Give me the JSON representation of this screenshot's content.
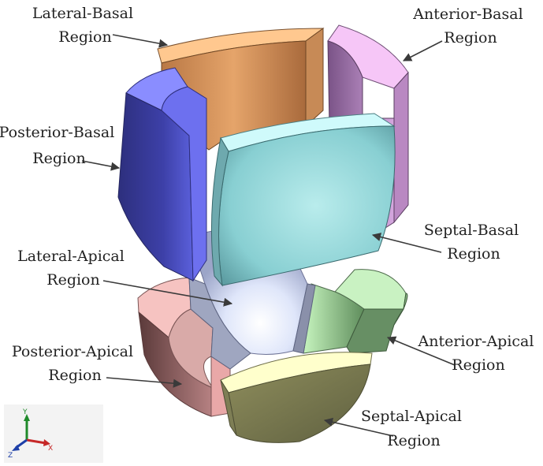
{
  "labels": {
    "lateral_basal": [
      "Lateral-Basal",
      "Region"
    ],
    "anterior_basal": [
      "Anterior-Basal",
      "Region"
    ],
    "posterior_basal": [
      "Posterior-Basal",
      "Region"
    ],
    "septal_basal": [
      "Septal-Basal",
      "Region"
    ],
    "lateral_apical": [
      "Lateral-Apical",
      "Region"
    ],
    "anterior_apical": [
      "Anterior-Apical",
      "Region"
    ],
    "posterior_apical": [
      "Posterior-Apical",
      "Region"
    ],
    "septal_apical": [
      "Septal-Apical",
      "Region"
    ]
  },
  "axis_triad": {
    "y": "Y",
    "x": "X",
    "z": "Z"
  },
  "region_colors": {
    "lateral_basal": "#e9a46c",
    "anterior_basal": "#d9a8e3",
    "posterior_basal": "#5a5fd6",
    "septal_basal": "#9edfe0",
    "lateral_apical": "#dde4f7",
    "anterior_apical": "#a9e6a2",
    "posterior_apical": "#e8a8a4",
    "septal_apical": "#b9b98a"
  }
}
